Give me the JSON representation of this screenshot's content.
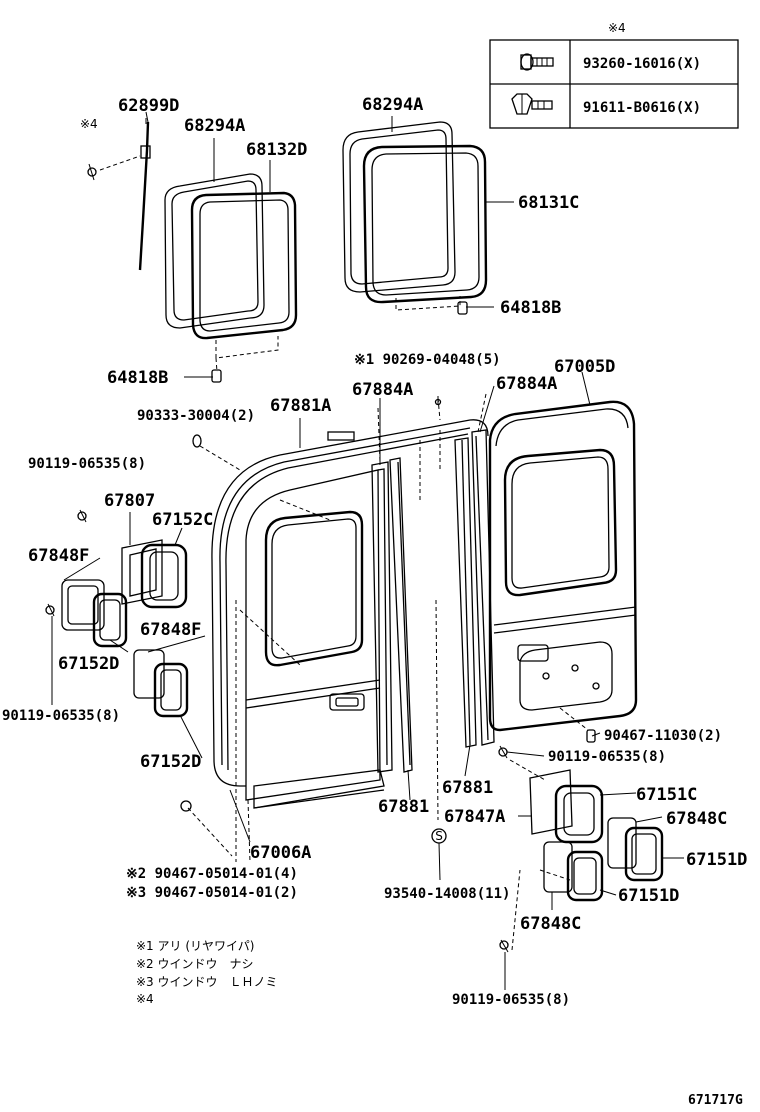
{
  "legend_table": {
    "header_mark": "※4",
    "rows": [
      {
        "icon": "bolt-with-washer-icon",
        "part": "93260-16016(X)"
      },
      {
        "icon": "hex-bolt-icon",
        "part": "91611-B0616(X)"
      }
    ]
  },
  "labels": {
    "p62899D": "62899D",
    "mark4_left": "※4",
    "p68294A_left": "68294A",
    "p68132D": "68132D",
    "p68294A_right": "68294A",
    "p68131C": "68131C",
    "p64818B_right": "64818B",
    "p64818B_left": "64818B",
    "p90269": "※1 90269-04048(5)",
    "p67005D": "67005D",
    "p67884A_left": "67884A",
    "p67884A_right": "67884A",
    "p67881A": "67881A",
    "p90333": "90333-30004(2)",
    "p90119_a": "90119-06535(8)",
    "p67807": "67807",
    "p67152C": "67152C",
    "p67848F_a": "67848F",
    "p67848F_b": "67848F",
    "p67152D_a": "67152D",
    "p67152D_b": "67152D",
    "p90119_b": "90119-06535(8)",
    "p90467_11030": "90467-11030(2)",
    "p90119_c": "90119-06535(8)",
    "p67881_a": "67881",
    "p67881_b": "67881",
    "p67151C": "67151C",
    "p67847A": "67847A",
    "p67848C_a": "67848C",
    "p67151D_a": "67151D",
    "p67151D_b": "67151D",
    "p67848C_b": "67848C",
    "p67006A": "67006A",
    "p90467_2": "※2 90467-05014-01(4)",
    "p90467_3": "※3 90467-05014-01(2)",
    "p93540": "93540-14008(11)",
    "s_mark": "S",
    "p90119_d": "90119-06535(8)"
  },
  "notes": [
    "※1 アリ (リヤワイパ)",
    "※2 ウインドウ　ナシ",
    "※3 ウインドウ　ＬＨノミ",
    "※4"
  ],
  "figure_id": "671717G"
}
